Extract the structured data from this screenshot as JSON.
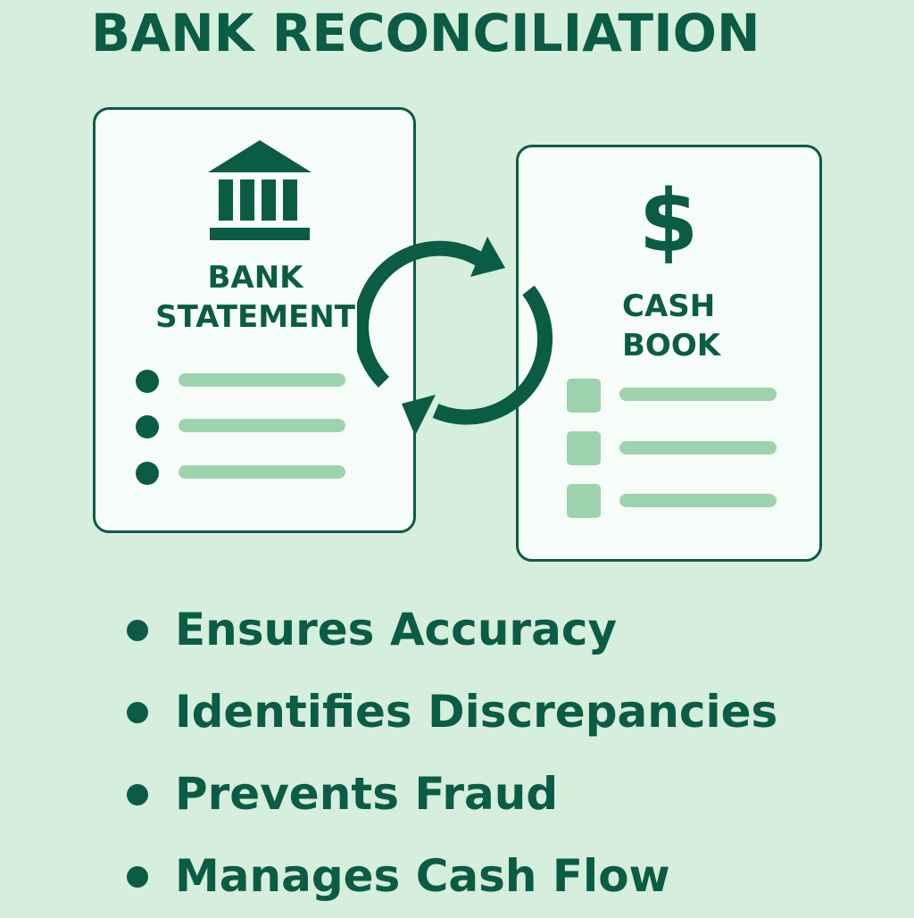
{
  "title": "BANK RECONCILIATION",
  "bank_statement": {
    "title_line1": "BANK",
    "title_line2": "STATEMENT",
    "icon": "bank-building-icon",
    "rows": 3
  },
  "cash_book": {
    "title_line1": "CASH",
    "title_line2": "BOOK",
    "icon": "dollar-sign-icon",
    "icon_glyph": "$",
    "rows": 3
  },
  "cycle_icon": "sync-arrows-icon",
  "benefits": [
    "Ensures Accuracy",
    "Identifies Discrepancies",
    "Prevents Fraud",
    "Manages Cash Flow"
  ],
  "colors": {
    "background": "#d5efdc",
    "primary": "#0b5c45",
    "card": "#f6fcf7",
    "light": "#9dd3ad"
  }
}
